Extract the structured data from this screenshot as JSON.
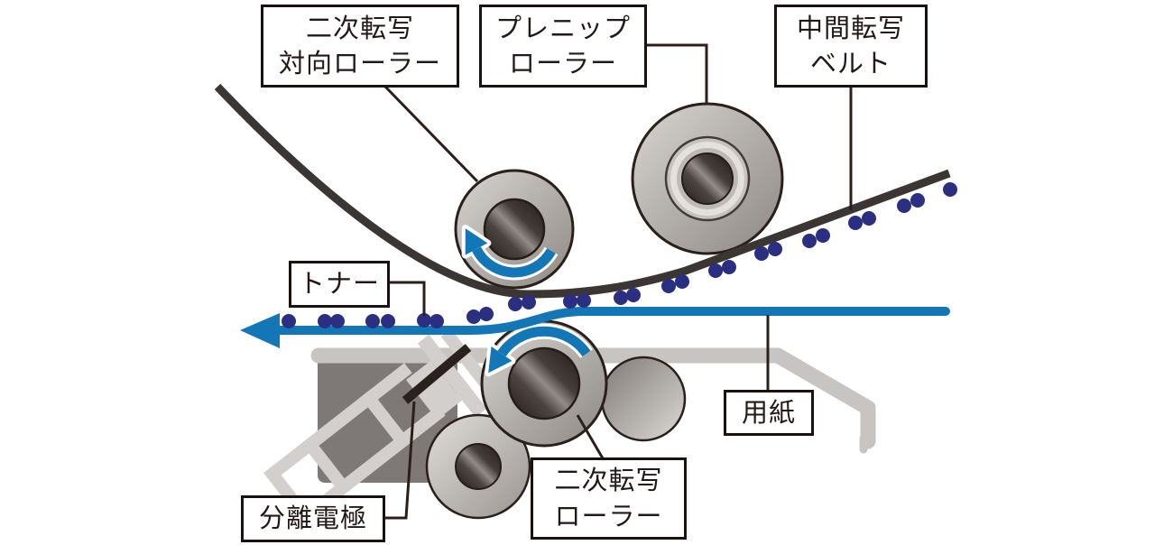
{
  "labels": {
    "opposing_roller": "二次転写\n対向ローラー",
    "prenip_roller": "プレニップ\nローラー",
    "transfer_belt": "中間転写\nベルト",
    "toner": "トナー",
    "paper": "用紙",
    "separation_electrode": "分離電極",
    "secondary_transfer_roller": "二次転写\nローラー"
  },
  "colors": {
    "toner_dot": "#2b2f82",
    "paper_feed_blue": "#1377b7",
    "belt": "#3b3533",
    "paper_sheet": "#c8c4c1",
    "leader_line": "#2c1f19",
    "label_border": "#1a120e",
    "label_text": "#231815",
    "roller_outline": "#2b1f1a",
    "electrode_plate": "#d2cfcc",
    "electrode_bar": "#2a211c"
  }
}
